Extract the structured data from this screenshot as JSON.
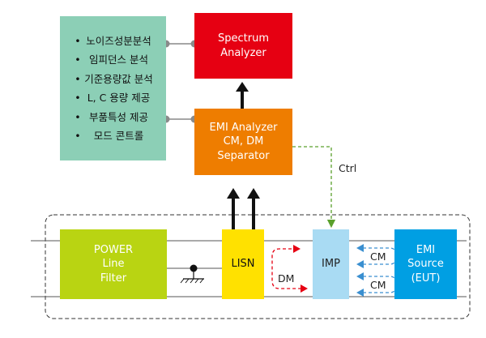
{
  "features": {
    "items": [
      "노이즈성분분석",
      "임피던스 분석",
      "기준용량값 분석",
      "L, C 용량 제공",
      "부품특성 제공",
      "모드 콘트롤"
    ]
  },
  "spectrum_analyzer": {
    "line1": "Spectrum",
    "line2": "Analyzer"
  },
  "emi_analyzer": {
    "line1": "EMI Analyzer",
    "line2": "CM, DM",
    "line3": "Separator"
  },
  "power_filter": {
    "line1": "POWER",
    "line2": "Line",
    "line3": "Filter"
  },
  "lisn": {
    "label": "LISN"
  },
  "imp": {
    "label": "IMP"
  },
  "emi_source": {
    "line1": "EMI",
    "line2": "Source",
    "line3": "(EUT)"
  },
  "labels": {
    "ctrl": "Ctrl",
    "dm": "DM",
    "cm_top": "CM",
    "cm_bottom": "CM"
  },
  "colors": {
    "features": "#8ccfb6",
    "spectrum": "#e60012",
    "emi_analyzer": "#ee7d00",
    "power_filter": "#b9d412",
    "lisn": "#ffe100",
    "imp": "#a9dbf3",
    "emi_source": "#009fe3",
    "ctrl_line": "#5aa02c",
    "dm_arrow": "#e60012",
    "cm_arrow": "#3a8fd0"
  }
}
